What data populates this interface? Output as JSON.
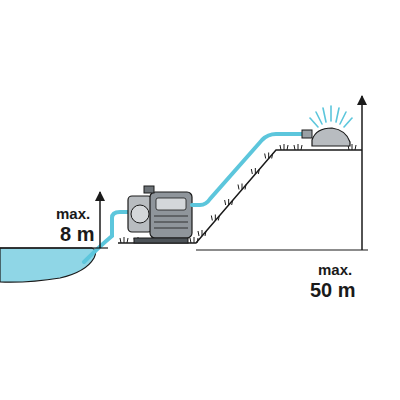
{
  "diagram": {
    "labels": [
      "max.",
      "8 m",
      "max.",
      "50 m"
    ]
  }
}
